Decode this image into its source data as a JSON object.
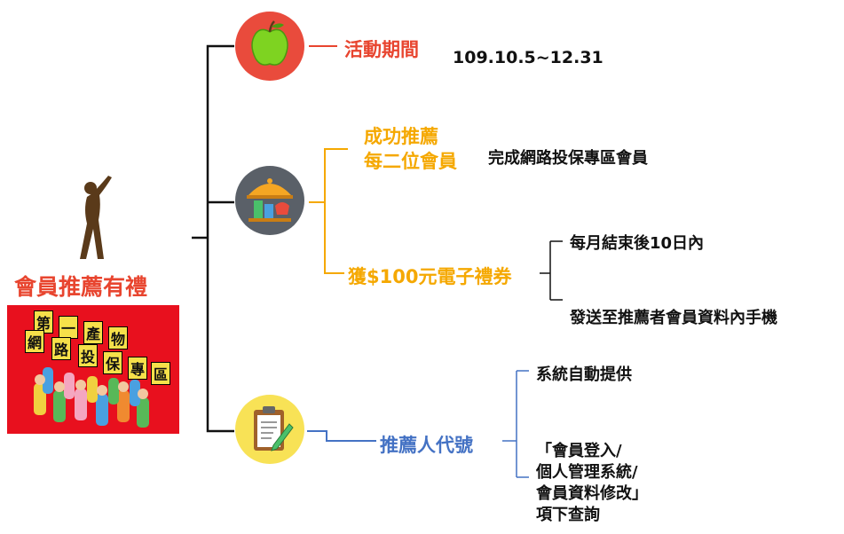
{
  "title": "會員推薦有禮",
  "banner": {
    "signs": [
      "第",
      "一",
      "產",
      "物",
      "網",
      "路",
      "投",
      "保",
      "專",
      "區"
    ]
  },
  "period": {
    "label": "活動期間",
    "value": "109.10.5~12.31"
  },
  "referral": {
    "condition_line1": "成功推薦",
    "condition_line2": "每二位會員",
    "condition_detail": "完成網路投保專區會員",
    "reward": "獲$100元電子禮券",
    "reward_details": [
      "每月結束後10日內",
      "發送至推薦者會員資料內手機"
    ]
  },
  "code": {
    "label": "推薦人代號",
    "details": [
      "系統自動提供",
      "「會員登入/",
      "個人管理系統/",
      "會員資料修改」",
      "項下查詢"
    ]
  },
  "colors": {
    "period": "#e8452f",
    "reward": "#f5a800",
    "code": "#4472c4",
    "banner_bg": "#e8101e"
  },
  "icons": [
    "apple-icon",
    "food-tray-icon",
    "clipboard-pen-icon",
    "stretching-person-icon"
  ]
}
